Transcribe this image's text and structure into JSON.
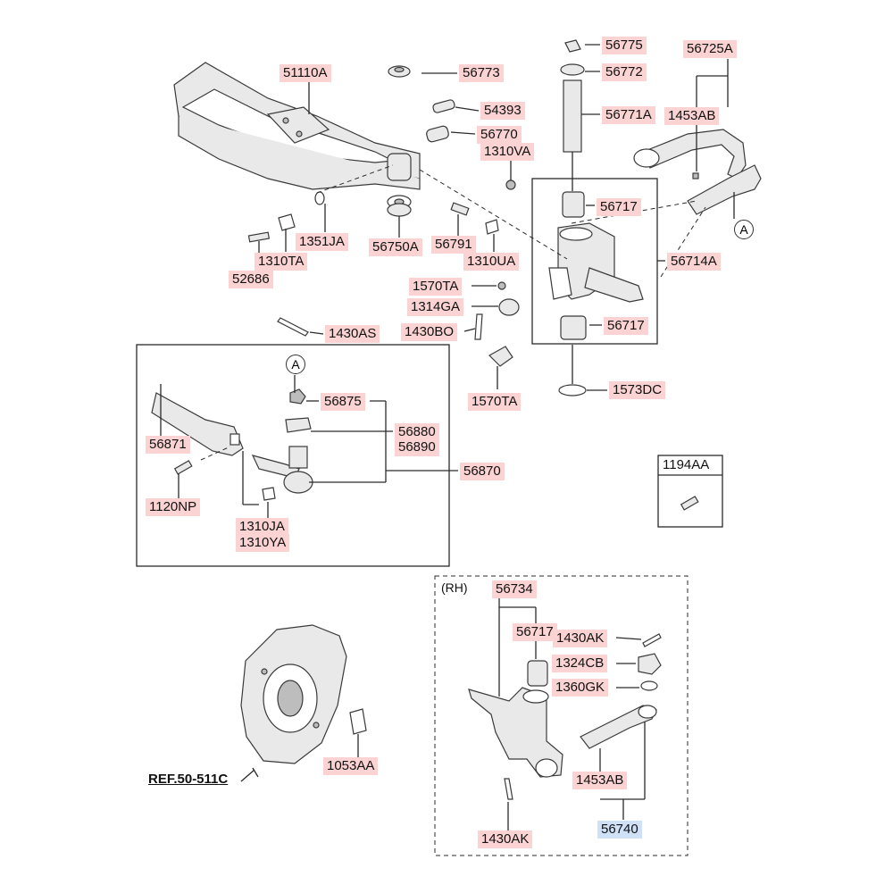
{
  "labels": {
    "p51110A": "51110A",
    "p56773": "56773",
    "p54393": "54393",
    "p56770": "56770",
    "p1310VA": "1310VA",
    "p56775": "56775",
    "p56772": "56772",
    "p56771A": "56771A",
    "p56725A": "56725A",
    "p1453AB_top": "1453AB",
    "p56717_top": "56717",
    "p56714A": "56714A",
    "p1351JA": "1351JA",
    "p56750A": "56750A",
    "p56791": "56791",
    "p1310TA": "1310TA",
    "p52686": "52686",
    "p1310UA": "1310UA",
    "p1570TA_a": "1570TA",
    "p1314GA": "1314GA",
    "p1430BO": "1430BO",
    "p56717_bot": "56717",
    "p1430AS": "1430AS",
    "p1570TA_b": "1570TA",
    "p1573DC": "1573DC",
    "p56875": "56875",
    "p56880": "56880",
    "p56890": "56890",
    "p56871": "56871",
    "p56870": "56870",
    "p1120NP": "1120NP",
    "p1310JA": "1310JA",
    "p1310YA": "1310YA",
    "p1194AA": "1194AA",
    "p56734": "56734",
    "p56717_rh": "56717",
    "p1430AK_top": "1430AK",
    "p1324CB": "1324CB",
    "p1360GK": "1360GK",
    "p1453AB_rh": "1453AB",
    "p56740": "56740",
    "p1430AK_bot": "1430AK",
    "p1053AA": "1053AA"
  },
  "markers": {
    "a_top": "A",
    "a_box": "A"
  },
  "notes": {
    "rh": "(RH)",
    "ref": "REF.50-511C"
  },
  "colors": {
    "label_pink": "#fbd3d3",
    "label_blue": "#cfe0f7",
    "line": "#2b2b2b"
  }
}
